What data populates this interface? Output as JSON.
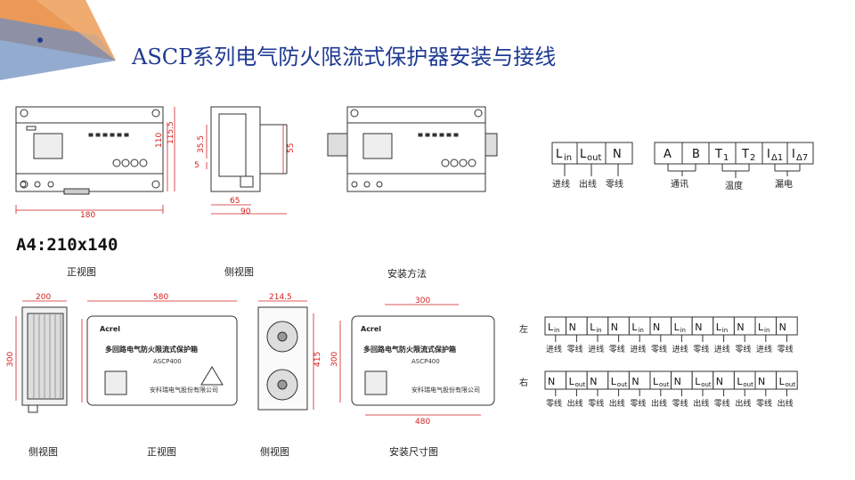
{
  "header": {
    "title": "ASCP系列电气防火限流式保护器安装与接线",
    "format": "A4:210x140"
  },
  "colors": {
    "title": "#1f3a93",
    "dimension": "#d32020",
    "accent_orange": "#e8873a",
    "accent_blue": "#6f8fbf"
  },
  "top_dims": {
    "front": {
      "width": "180",
      "height1": "110",
      "height2": "115.5"
    },
    "side": {
      "h1": "35.5",
      "h2": "5",
      "h3": "55",
      "w1": "65",
      "w2": "90"
    }
  },
  "terminals": {
    "group1": {
      "cells": [
        "L",
        "L",
        "N"
      ],
      "subs": [
        "in",
        "out",
        ""
      ],
      "labels": [
        "进线",
        "出线",
        "零线"
      ]
    },
    "group2": {
      "cells": [
        "A",
        "B",
        "T",
        "T",
        "I",
        "I"
      ],
      "subs": [
        "",
        "",
        "1",
        "2",
        "Δ1",
        "Δ7"
      ],
      "labels": [
        "通讯",
        "温度",
        "漏电"
      ]
    }
  },
  "captions": {
    "front_view": "正视图",
    "side_view": "侧视图",
    "install_method": "安装方法",
    "side_view_b1": "侧视图",
    "front_view_b": "正视图",
    "side_view_b2": "侧视图",
    "install_dim": "安装尺寸图"
  },
  "box_dims": {
    "side_left_w": "200",
    "side_left_h": "300",
    "front_w": "580",
    "side_right_w": "214.5",
    "side_right_h": "415",
    "install_w1": "300",
    "install_h": "300",
    "install_w2": "480"
  },
  "box_text": {
    "brand": "Acrel",
    "name": "多回路电气防火限流式保护箱",
    "model": "ASCP400",
    "company": "安科瑞电气股份有限公司"
  },
  "rows": {
    "left_label": "左",
    "right_label": "右",
    "left": {
      "cells": [
        "L",
        "N",
        "L",
        "N",
        "L",
        "N",
        "L",
        "N",
        "L",
        "N",
        "L",
        "N"
      ],
      "subs": [
        "in",
        "",
        "in",
        "",
        "in",
        "",
        "in",
        "",
        "in",
        "",
        "in",
        ""
      ],
      "labels": [
        "进线",
        "零线",
        "进线",
        "零线",
        "进线",
        "零线",
        "进线",
        "零线",
        "进线",
        "零线",
        "进线",
        "零线"
      ]
    },
    "right": {
      "cells": [
        "N",
        "L",
        "N",
        "L",
        "N",
        "L",
        "N",
        "L",
        "N",
        "L",
        "N",
        "L"
      ],
      "subs": [
        "",
        "out",
        "",
        "out",
        "",
        "out",
        "",
        "out",
        "",
        "out",
        "",
        "out"
      ],
      "labels": [
        "零线",
        "出线",
        "零线",
        "出线",
        "零线",
        "出线",
        "零线",
        "出线",
        "零线",
        "出线",
        "零线",
        "出线"
      ]
    }
  }
}
